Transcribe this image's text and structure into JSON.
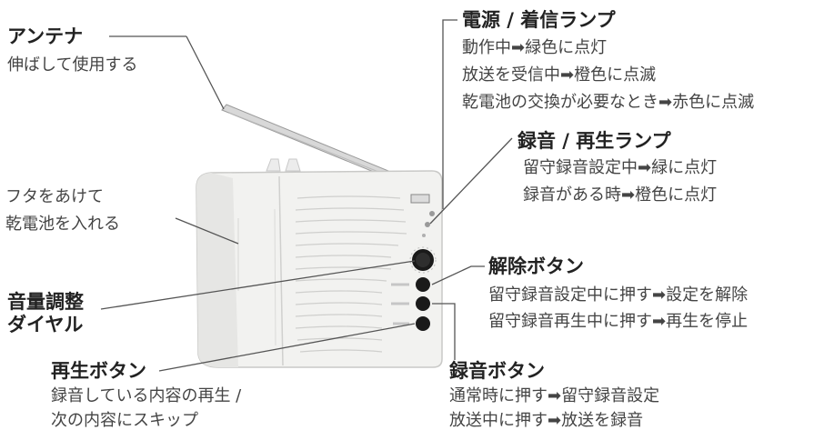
{
  "labels": {
    "antenna": {
      "title": "アンテナ",
      "desc": "伸ばして使用する"
    },
    "power_lamp": {
      "title": "電源 / 着信ランプ",
      "lines": [
        "動作中➡緑色に点灯",
        "放送を受信中➡橙色に点滅",
        "乾電池の交換が必要なとき➡赤色に点滅"
      ]
    },
    "battery_cover": {
      "lines": [
        "フタをあけて",
        "乾電池を入れる"
      ]
    },
    "record_lamp": {
      "title": "録音 / 再生ランプ",
      "lines": [
        "留守録音設定中➡緑に点灯",
        "録音がある時➡橙色に点灯"
      ]
    },
    "cancel_button": {
      "title": "解除ボタン",
      "lines": [
        "留守録音設定中に押す➡設定を解除",
        "留守録音再生中に押す➡再生を停止"
      ]
    },
    "volume_dial": {
      "title_lines": [
        "音量調整",
        "ダイヤル"
      ]
    },
    "play_button": {
      "title": "再生ボタン",
      "lines": [
        "録音している内容の再生 /",
        "次の内容にスキップ"
      ]
    },
    "record_button": {
      "title": "録音ボタン",
      "lines": [
        "通常時に押す➡留守録音設定",
        "放送中に押す➡放送を録音"
      ]
    }
  },
  "colors": {
    "text": "#333333",
    "leader": "#555555",
    "device_body": "#f2f2f0",
    "button": "#1a1a1a"
  }
}
